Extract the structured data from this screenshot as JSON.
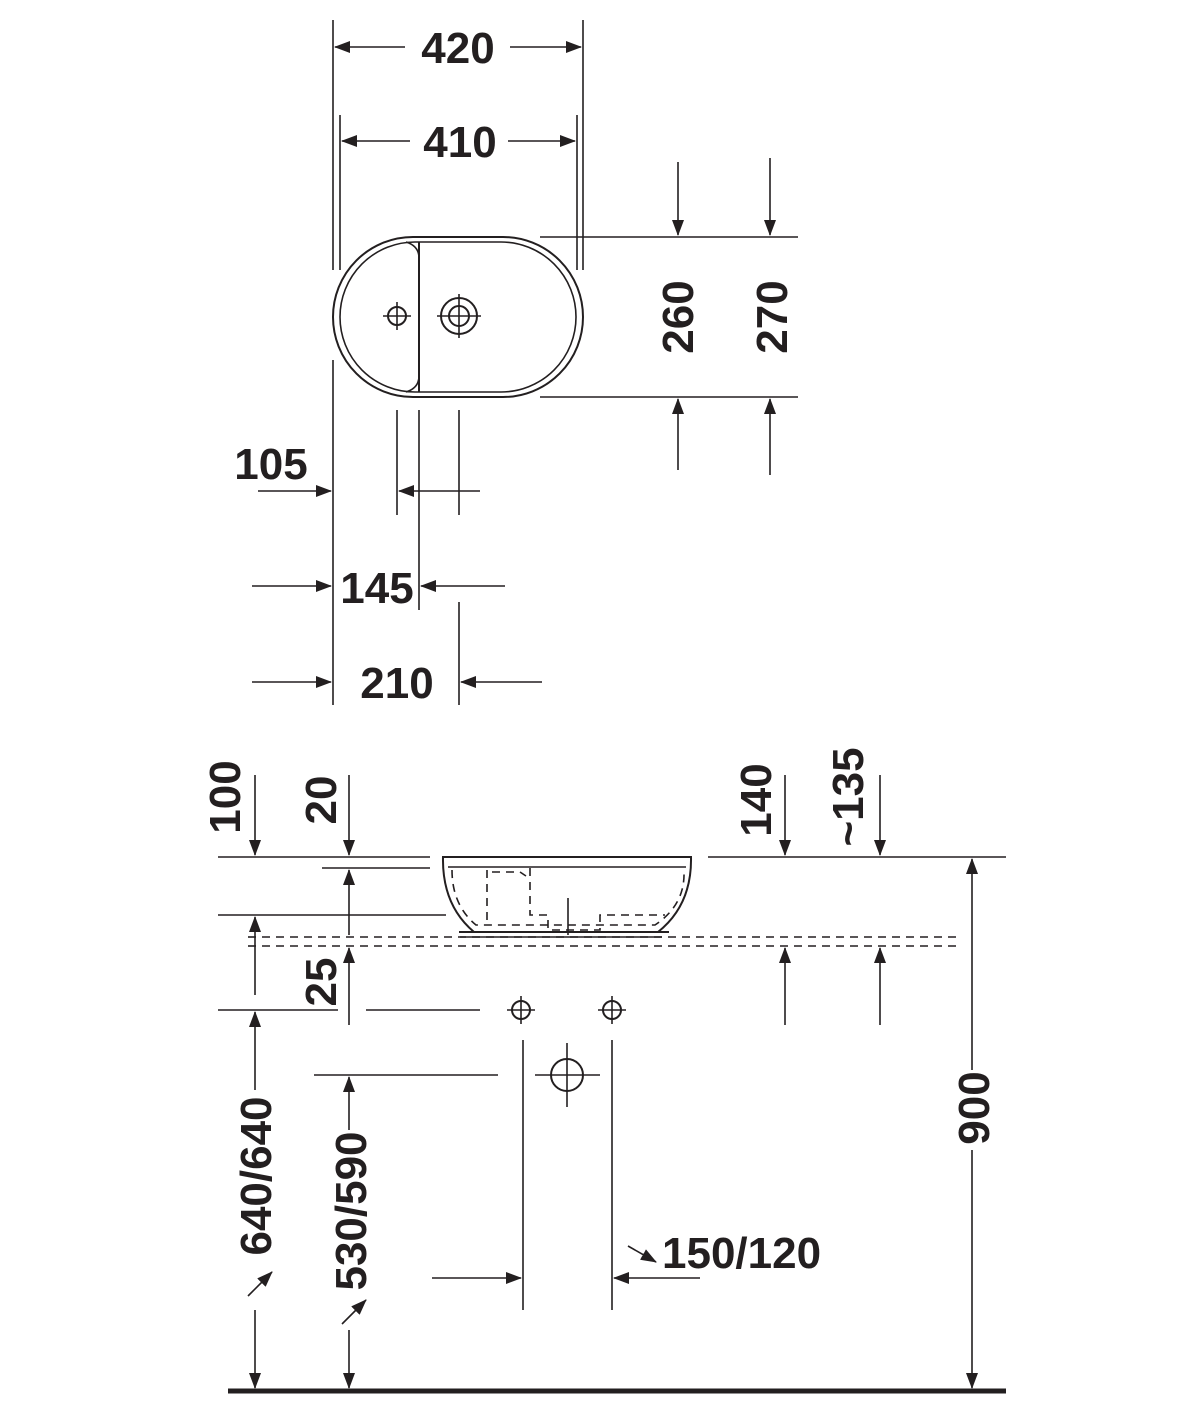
{
  "top_view": {
    "width_outer": "420",
    "width_inner": "410",
    "depth_inner": "260",
    "depth_outer": "270",
    "offset_105": "105",
    "offset_145": "145",
    "offset_210": "210"
  },
  "front_view": {
    "dim_100": "100",
    "dim_20": "20",
    "dim_25": "25",
    "dim_140": "140",
    "dim_135": "~135",
    "dim_900": "900",
    "dim_640": "640/640",
    "dim_530": "530/590",
    "dim_150": "150/120"
  },
  "colors": {
    "ink": "#231f20",
    "background": "#ffffff"
  }
}
